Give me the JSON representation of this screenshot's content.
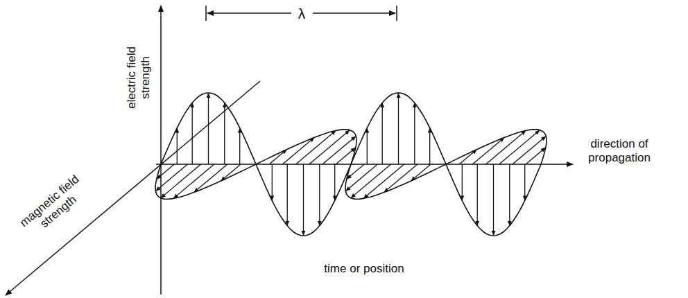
{
  "diagram": {
    "labels": [
      "electric field strength",
      "λ",
      "magnetic field strength",
      "direction of propagation",
      "time or position"
    ]
  }
}
